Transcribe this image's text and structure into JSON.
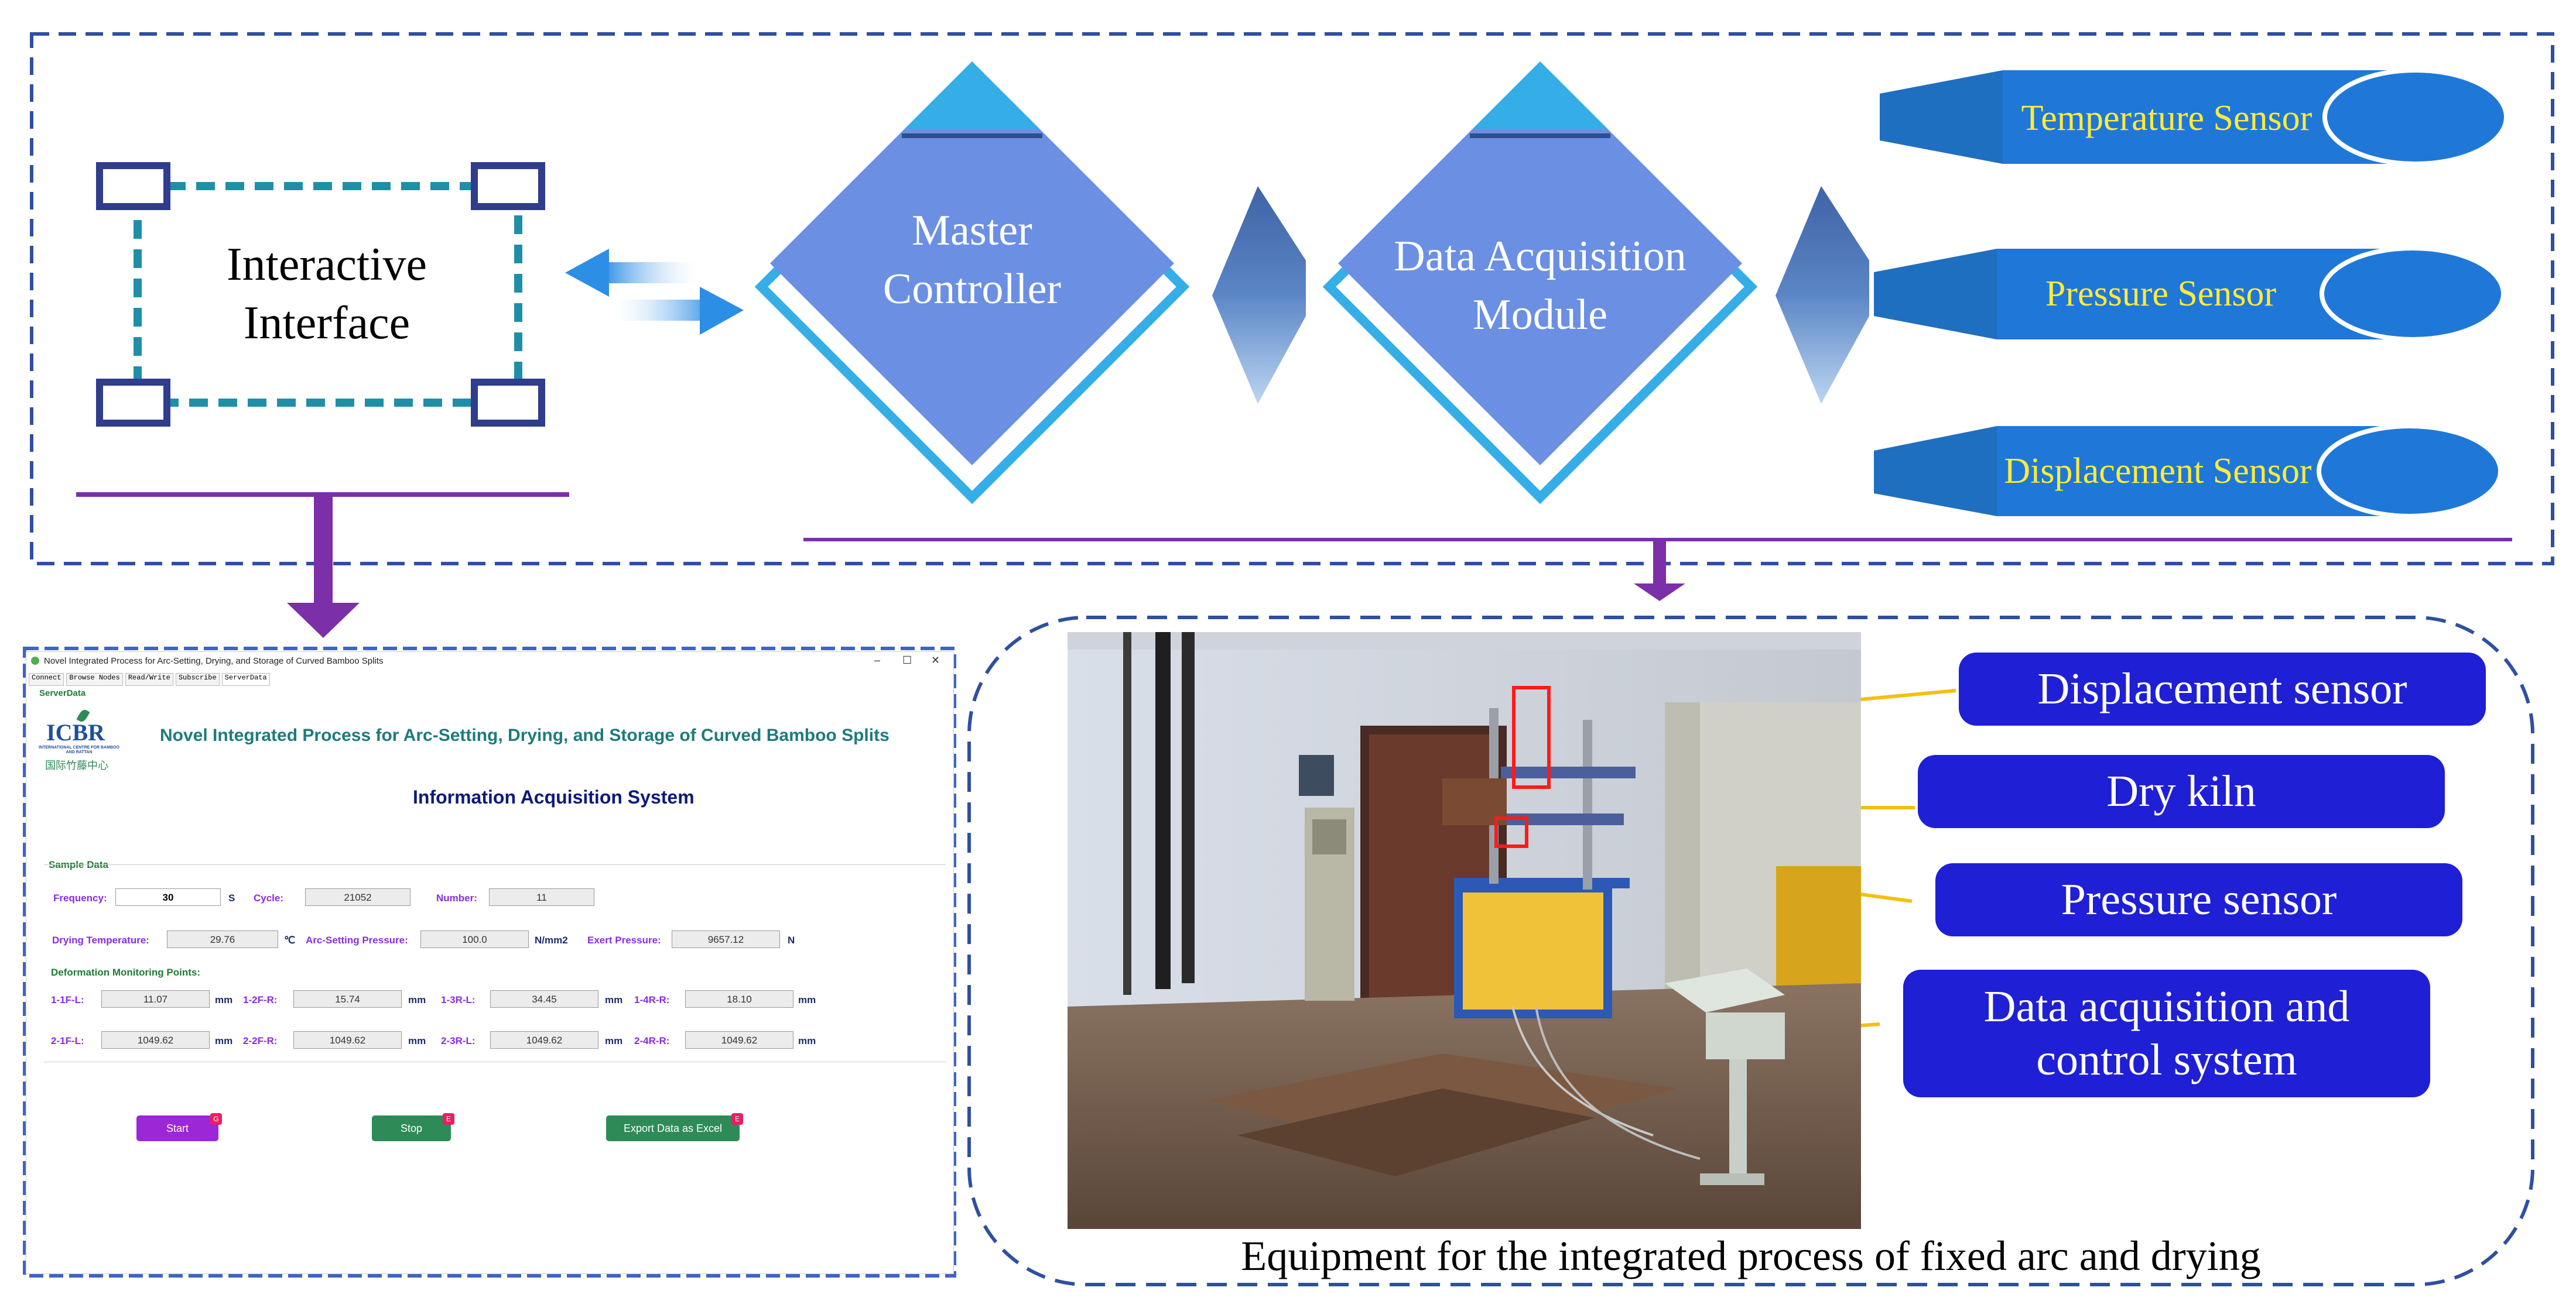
{
  "diagram": {
    "interactive_interface": {
      "line1": "Interactive",
      "line2": "Interface"
    },
    "master_controller": {
      "line1": "Master",
      "line2": "Controller"
    },
    "data_acquisition_module": {
      "line1": "Data Acquisition",
      "line2": "Module"
    },
    "sensors": [
      "Temperature Sensor",
      "Pressure Sensor",
      "Displacement Sensor"
    ],
    "colors": {
      "frame": "#2f4fa0",
      "diamond": "#6b8fe3",
      "diamond_border": "#35aee8",
      "sensor": "#1f78d8",
      "sensor_text": "#ffeb3b",
      "arrow_purple": "#7b2fa8",
      "callout": "#1f1fd6"
    }
  },
  "screenshot": {
    "window_title": "Novel Integrated Process for Arc-Setting, Drying, and Storage of Curved Bamboo Splits",
    "window_controls": [
      "–",
      "☐",
      "✕"
    ],
    "menu": [
      "Connect",
      "Browse Nodes",
      "Read/Write",
      "Subscribe",
      "ServerData"
    ],
    "tab_label": "ServerData",
    "logo_text": "ICBR",
    "logo_subtext": "INTERNATIONAL CENTRE FOR BAMBOO AND RATTAN",
    "logo_cn": "国际竹藤中心",
    "heading": "Novel Integrated Process for Arc-Setting, Drying, and Storage of Curved Bamboo Splits",
    "subheading": "Information Acquisition System",
    "sample_data_label": "Sample Data",
    "frequency": {
      "label": "Frequency:",
      "value": "30",
      "unit": "S"
    },
    "cycle": {
      "label": "Cycle:",
      "value": "21052"
    },
    "number": {
      "label": "Number:",
      "value": "11"
    },
    "drying_temperature": {
      "label": "Drying Temperature:",
      "value": "29.76",
      "unit": "℃"
    },
    "arc_setting_pressure": {
      "label": "Arc-Setting Pressure:",
      "value": "100.0",
      "unit": "N/mm2"
    },
    "exert_pressure": {
      "label": "Exert Pressure:",
      "value": "9657.12",
      "unit": "N"
    },
    "deformation_label": "Deformation Monitoring Points:",
    "points_row1": [
      {
        "label": "1-1F-L:",
        "value": "11.07",
        "unit": "mm"
      },
      {
        "label": "1-2F-R:",
        "value": "15.74",
        "unit": "mm"
      },
      {
        "label": "1-3R-L:",
        "value": "34.45",
        "unit": "mm"
      },
      {
        "label": "1-4R-R:",
        "value": "18.10",
        "unit": "mm"
      }
    ],
    "points_row2": [
      {
        "label": "2-1F-L:",
        "value": "1049.62",
        "unit": "mm"
      },
      {
        "label": "2-2F-R:",
        "value": "1049.62",
        "unit": "mm"
      },
      {
        "label": "2-3R-L:",
        "value": "1049.62",
        "unit": "mm"
      },
      {
        "label": "2-4R-R:",
        "value": "1049.62",
        "unit": "mm"
      }
    ],
    "buttons": [
      {
        "label": "Start",
        "badge": "G",
        "color": "#9c27d6"
      },
      {
        "label": "Stop",
        "badge": "E",
        "color": "#2e8b57"
      },
      {
        "label": "Export Data as Excel",
        "badge": "E",
        "color": "#2e8b57"
      }
    ]
  },
  "equipment": {
    "caption": "Equipment for the integrated process of fixed arc and drying",
    "callouts": [
      "Displacement sensor",
      "Dry kiln",
      "Pressure sensor",
      "Data acquisition and",
      "control system"
    ]
  }
}
